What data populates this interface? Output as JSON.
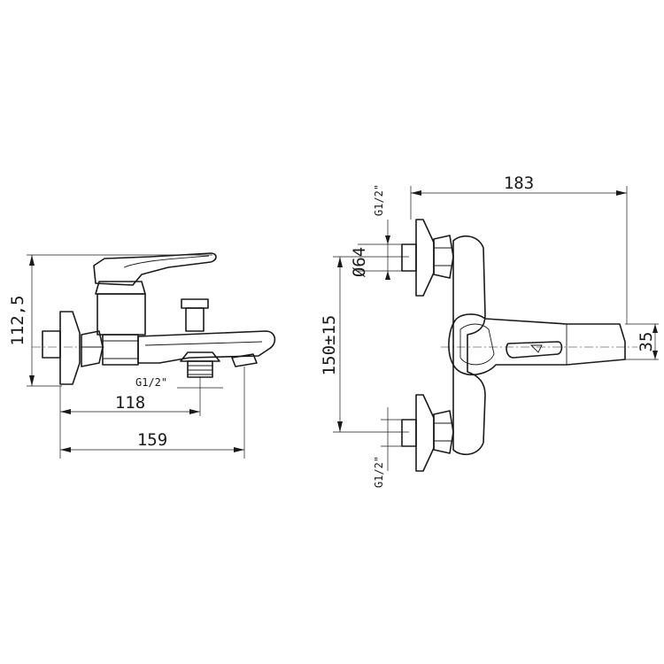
{
  "side_view": {
    "dim_height": "112,5",
    "dim_inlet_distance": "118",
    "dim_total_depth": "159",
    "outlet_thread": "G1/2\""
  },
  "front_view": {
    "dim_total_width": "183",
    "dim_spout_height": "35",
    "dim_inlet_spacing": "150±15",
    "dim_flange_diameter": "Ø64",
    "top_thread": "G1/2\"",
    "bottom_thread": "G1/2\""
  }
}
